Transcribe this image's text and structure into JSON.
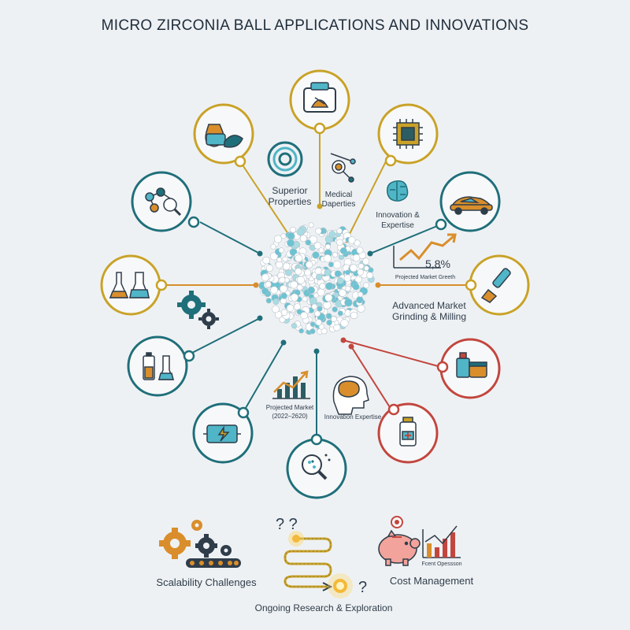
{
  "title": "MICRO ZIRCONIA BALL APPLICATIONS AND INNOVATIONS",
  "labels": {
    "superior_1": "Superior",
    "superior_2": "Properties",
    "medical_1": "Medical",
    "medical_2": "Daperties",
    "innovation_1": "Innovation &",
    "innovation_2": "Expertise",
    "growth_value": "5,8%",
    "growth_label": "Projected Market Greeth",
    "advanced_1": "Advanced Market",
    "advanced_2": "Grinding & Milling",
    "projected_1": "Projected Market",
    "projected_2": "(2022–2620)",
    "innovation_expertise": "Innovation Expertise",
    "scalability": "Scalability Challenges",
    "research": "Ongoing Research & Exploration",
    "cost": "Cost Management",
    "cost_caption": "Fcent Opessson",
    "question_marks": "? ?",
    "question_mark": "?"
  },
  "colors": {
    "gold": "#c9a227",
    "teal": "#1f6f7a",
    "orange": "#d98e2b",
    "red": "#c2463e",
    "cyan": "#4fb5c7",
    "dark": "#2f3d4a"
  }
}
